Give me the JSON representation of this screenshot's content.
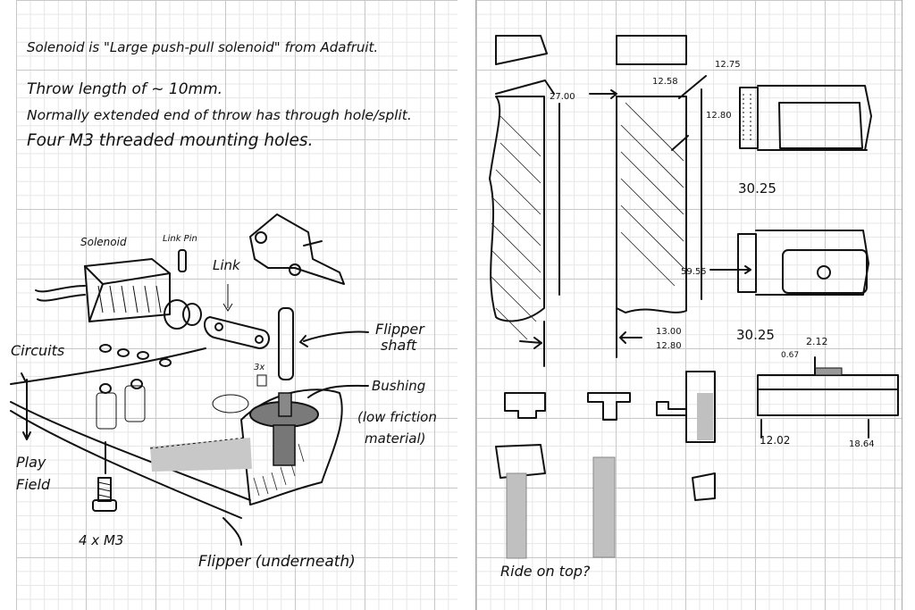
{
  "left_page": {
    "notes": [
      "Solenoid is \"Large push-pull solenoid\" from Adafruit.",
      "Throw length of ~ 10mm.",
      "Normally extended end of throw has through hole/split.",
      "Four M3 threaded mounting holes."
    ],
    "labels": {
      "solenoid": "Solenoid",
      "link_pin": "Link Pin",
      "link": "Link",
      "flipper_shaft_1": "Flipper",
      "flipper_shaft_2": "shaft",
      "circuits": "Circuits",
      "qty_3x": "3x",
      "bushing": "Bushing",
      "bushing_note_1": "(low friction",
      "bushing_note_2": "material)",
      "play_field_1": "Play",
      "play_field_2": "Field",
      "screws": "4 x M3",
      "flipper": "Flipper (underneath)"
    }
  },
  "right_page": {
    "dimensions": {
      "d2700": "27.00",
      "d1258": "12.58",
      "d1275": "12.75",
      "d1280a": "12.80",
      "d1300": "13.00",
      "d1280b": "12.80",
      "d3025a": "30.25",
      "d5955": "59.55",
      "d3025b": "30.25",
      "d212": "2.12",
      "d067": "0.67",
      "d1202": "12.02",
      "d1864": "18.64"
    },
    "question": "Ride on top?"
  },
  "colors": {
    "ink": "#111111",
    "grid": "#c8c8c8",
    "shade": "#c0c0c0"
  }
}
